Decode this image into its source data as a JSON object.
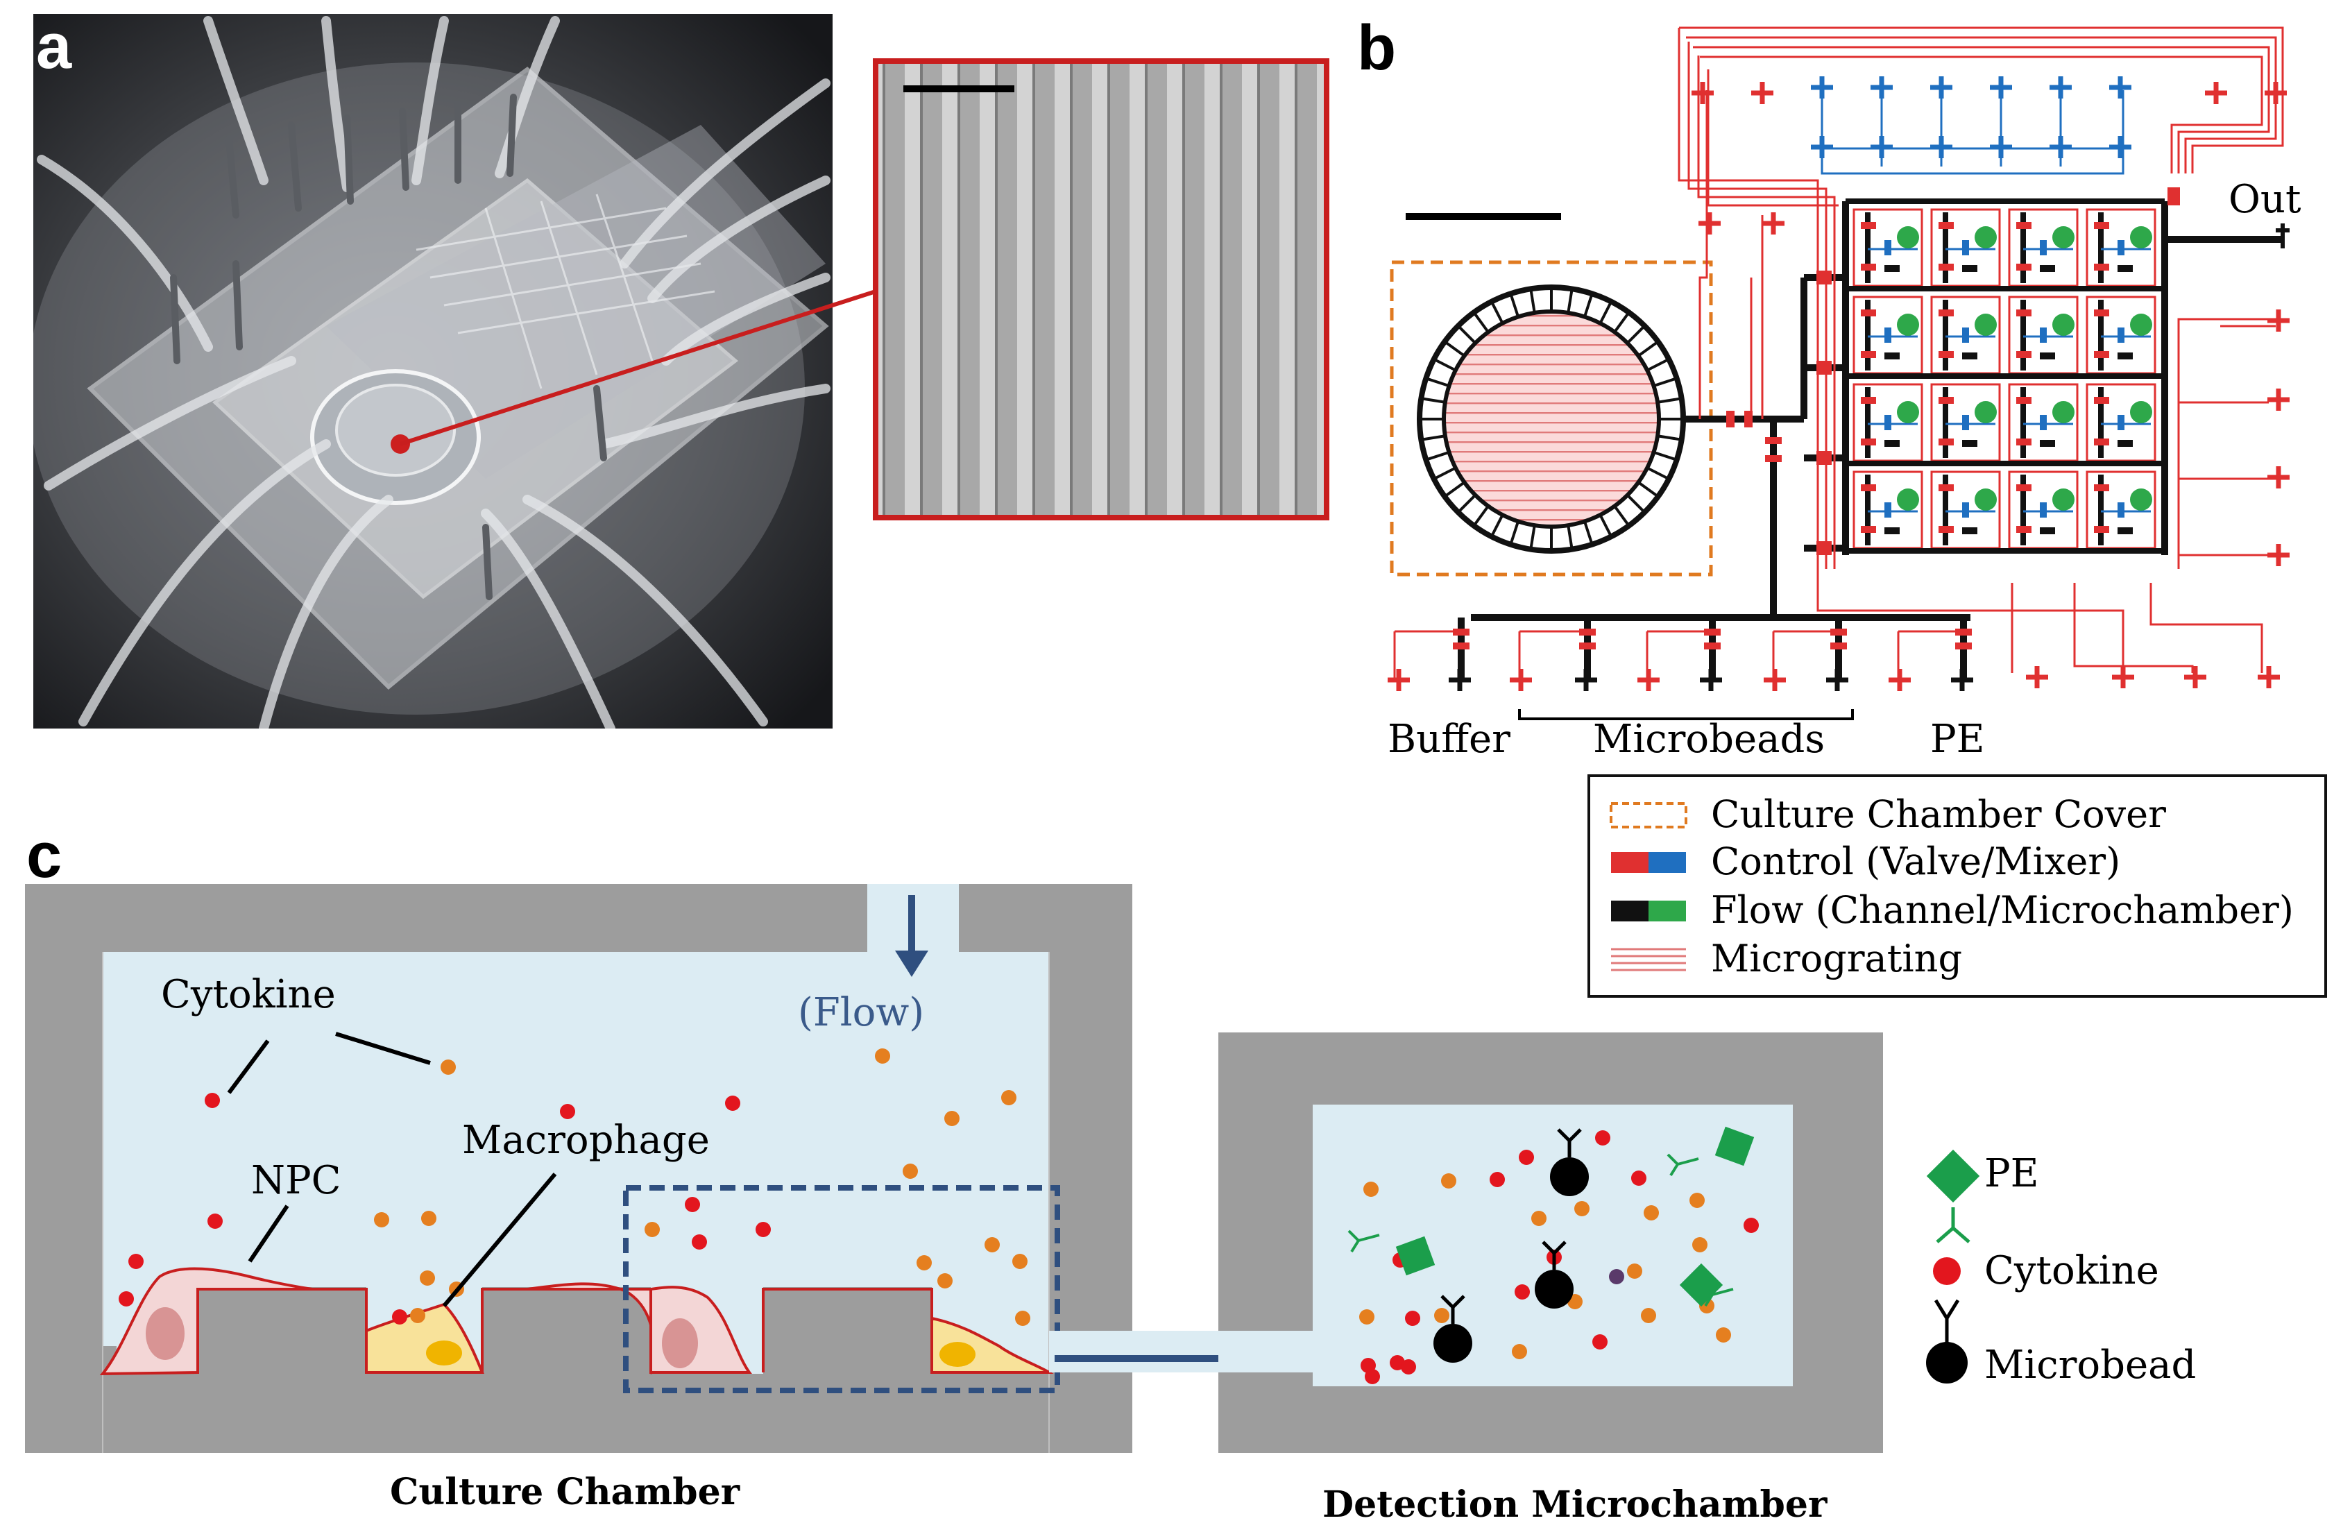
{
  "panels": {
    "a": "a",
    "b": "b",
    "c": "c"
  },
  "panel_b": {
    "out_label": "Out",
    "buffer_label": "Buffer",
    "microbeads_label": "Microbeads",
    "pe_label": "PE"
  },
  "legend": {
    "items": [
      "Culture Chamber Cover",
      "Control (Valve/Mixer)",
      "Flow (Channel/Microchamber)",
      "Micrograting"
    ]
  },
  "panel_c": {
    "cytokine_label": "Cytokine",
    "flow_label": "(Flow)",
    "npc_label": "NPC",
    "macrophage_label": "Macrophage",
    "culture_chamber_label": "Culture Chamber",
    "detection_label": "Detection Microchamber",
    "key": {
      "pe": "PE",
      "cytokine": "Cytokine",
      "microbead": "Microbead"
    }
  },
  "colors": {
    "chamber_gray": "#9d9d9d",
    "fluid_blue": "#dcecf3",
    "flow_arrow": "#2f4f7f",
    "control_red": "#e03030",
    "control_blue": "#1f6fc0",
    "flow_black": "#111111",
    "flow_green": "#2ea84a",
    "cover_orange": "#e07a20",
    "cytokine_red": "#e3161e",
    "cytokine_orange": "#e57f1f",
    "pe_green": "#1b9e4b"
  }
}
